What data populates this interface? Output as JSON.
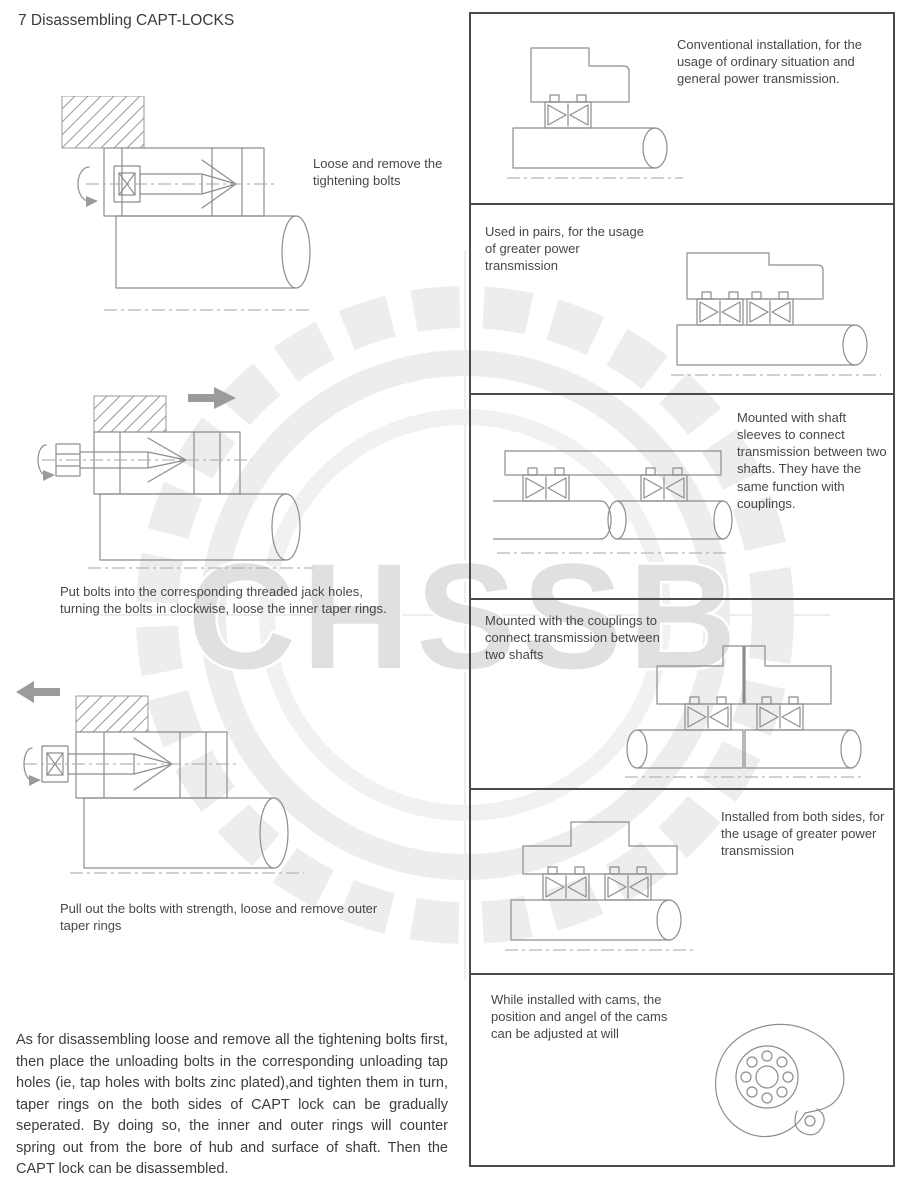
{
  "page": {
    "title": "7 Disassembling CAPT-LOCKS"
  },
  "watermark": {
    "text": "CHSSB"
  },
  "disassembly_steps": [
    {
      "caption": "Loose and remove the tightening bolts"
    },
    {
      "caption": "Put bolts into the corresponding threaded jack holes, turning the bolts in clockwise, loose the inner taper rings."
    },
    {
      "caption": "Pull out the bolts with strength, loose and remove outer taper rings"
    }
  ],
  "disassembly_note": "As for disassembling loose and remove all the tightening bolts first, then place the unloading bolts in the corresponding unloading tap holes (ie, tap holes with bolts zinc plated),and tighten them in turn, taper rings on the both sides of CAPT lock can be gradually seperated. By doing so, the inner and outer rings will counter spring out from the bore of hub and surface of shaft. Then the CAPT lock can be disassembled.",
  "installation_panels": [
    {
      "caption": "Conventional installation, for the usage of ordinary situation and general power transmission."
    },
    {
      "caption": "Used in pairs, for the usage of greater power transmission"
    },
    {
      "caption": "Mounted with shaft sleeves to connect transmission between two shafts. They have the same function with couplings."
    },
    {
      "caption": "Mounted with the couplings to connect transmission between two shafts"
    },
    {
      "caption": "Installed from both sides, for the usage of greater power transmission"
    },
    {
      "caption": "While installed with cams, the position and angel of the cams can be adjusted at will"
    }
  ]
}
